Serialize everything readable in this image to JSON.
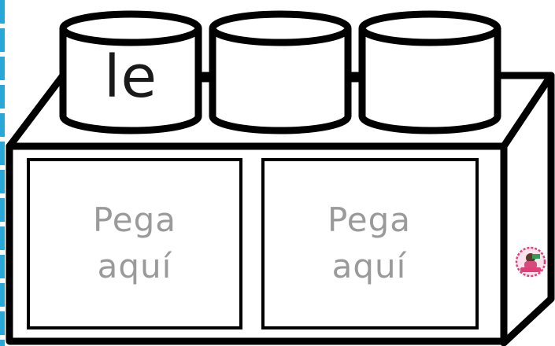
{
  "brick": {
    "cylinders": [
      {
        "text": "le"
      },
      {
        "text": ""
      },
      {
        "text": ""
      }
    ],
    "slots": [
      {
        "line1": "Pega",
        "line2": "aquí"
      },
      {
        "line1": "Pega",
        "line2": "aquí"
      }
    ]
  },
  "colors": {
    "outline": "#000000",
    "placeholder_text": "#9a9a9a",
    "edge_strip": "#29a8d8"
  },
  "icons": {
    "corner_badge": "author-logo-icon"
  }
}
